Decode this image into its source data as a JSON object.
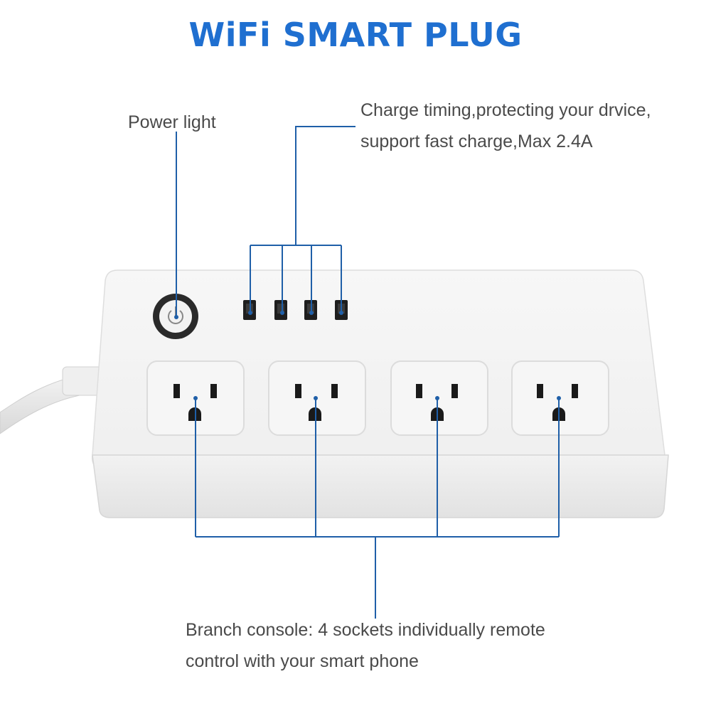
{
  "title": "WiFi SMART PLUG",
  "labels": {
    "power_light": "Power light",
    "usb_line1": "Charge timing,protecting your drvice,",
    "usb_line2": "support fast charge,Max 2.4A",
    "branch_line1": "Branch console: 4 sockets individually remote",
    "branch_line2": "control with your smart phone"
  },
  "colors": {
    "title": "#1f6fd0",
    "callout_line": "#1f5fa8",
    "label_text": "#4a4a4a",
    "device_body": "#f4f4f4"
  },
  "device": {
    "usb_port_count": 4,
    "socket_count": 4,
    "power_button_icon": "power-icon"
  }
}
